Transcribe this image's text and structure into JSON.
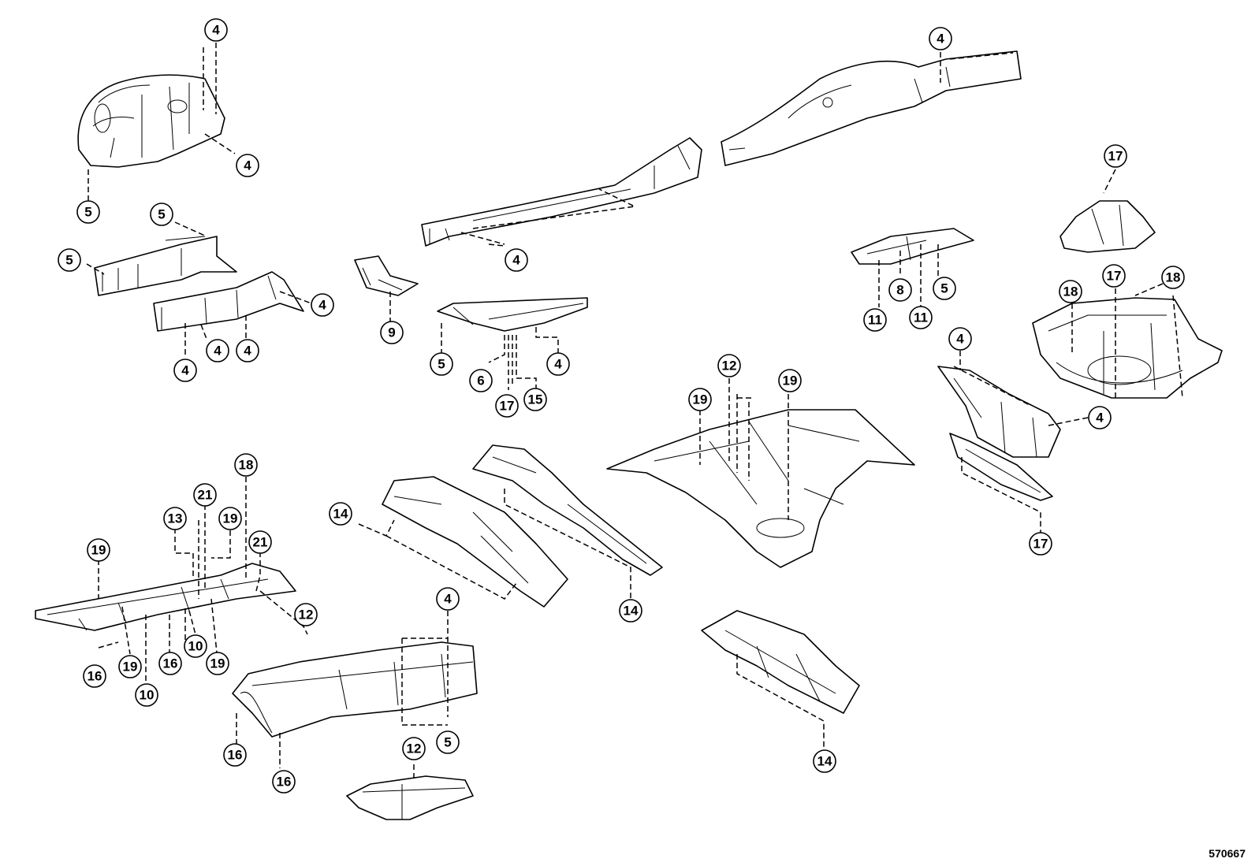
{
  "diagram_id": "570667",
  "callouts": [
    "4",
    "5",
    "6",
    "8",
    "9",
    "10",
    "11",
    "12",
    "13",
    "14",
    "15",
    "16",
    "17",
    "18",
    "19",
    "21"
  ],
  "colors": {
    "line": "#000000",
    "background": "#ffffff"
  }
}
